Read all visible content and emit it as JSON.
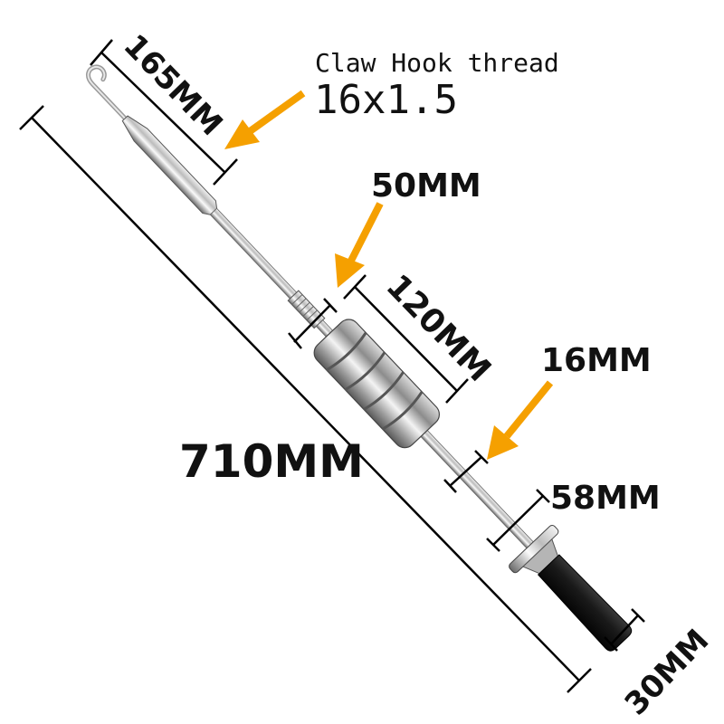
{
  "image": {
    "subject": "slide-hammer-dent-puller",
    "background": "#ffffff"
  },
  "annotations": {
    "claw_hook_title": "Claw Hook thread",
    "thread_spec": "16x1.5",
    "hook_length": "165MM",
    "collar_width": "50MM",
    "weight_length": "120MM",
    "rod_diameter": "16MM",
    "guard_diameter": "58MM",
    "total_length": "710MM",
    "handle_diameter": "30MM"
  },
  "colors": {
    "arrow": "#F5A000",
    "dimension_line": "#000000",
    "metal_light": "#e6e6e6",
    "metal_dark": "#6e6e6e",
    "handle": "#1c1c1c"
  }
}
